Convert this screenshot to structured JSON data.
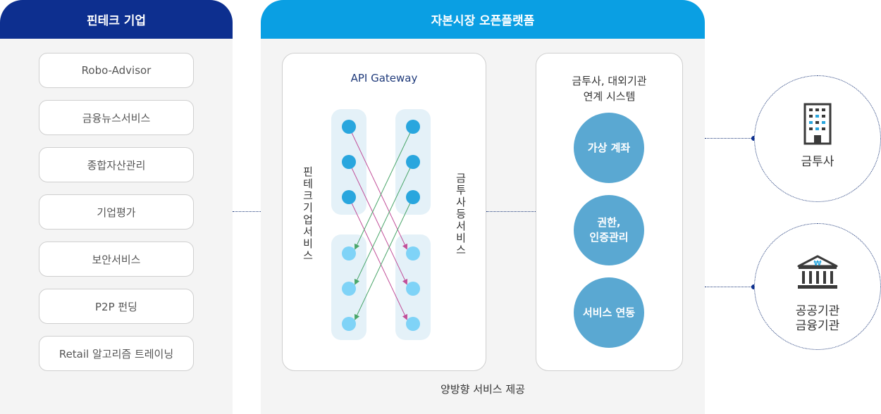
{
  "left": {
    "title": "핀테크 기업",
    "services": [
      "Robo-Advisor",
      "금융뉴스서비스",
      "종합자산관리",
      "기업평가",
      "보안서비스",
      "P2P 펀딩",
      "Retail 알고리즘 트레이닝"
    ]
  },
  "center": {
    "title": "자본시장 오픈플랫폼",
    "gateway": {
      "title": "API Gateway",
      "left_label": "핀테크 기업 서비스",
      "right_label": "금투사 등 서비스"
    },
    "system": {
      "title_line1": "금투사, 대외기관",
      "title_line2": "연계 시스템",
      "items": [
        {
          "line1": "가상 계좌",
          "line2": ""
        },
        {
          "line1": "권한,",
          "line2": "인증관리"
        },
        {
          "line1": "서비스 연동",
          "line2": ""
        }
      ]
    },
    "footer": "양방향 서비스 제공"
  },
  "external": [
    {
      "line1": "금투사",
      "line2": "",
      "icon": "building-icon"
    },
    {
      "line1": "공공기관",
      "line2": "금융기관",
      "icon": "bank-icon"
    }
  ],
  "colors": {
    "left_header": "#0d2f8f",
    "center_header": "#0a9fe3",
    "node_dark": "#29a6de",
    "node_light": "#7fd3f7",
    "arrow_pink": "#c2509a",
    "arrow_green": "#4aa66a",
    "circle_fill": "#5aa8d2"
  }
}
